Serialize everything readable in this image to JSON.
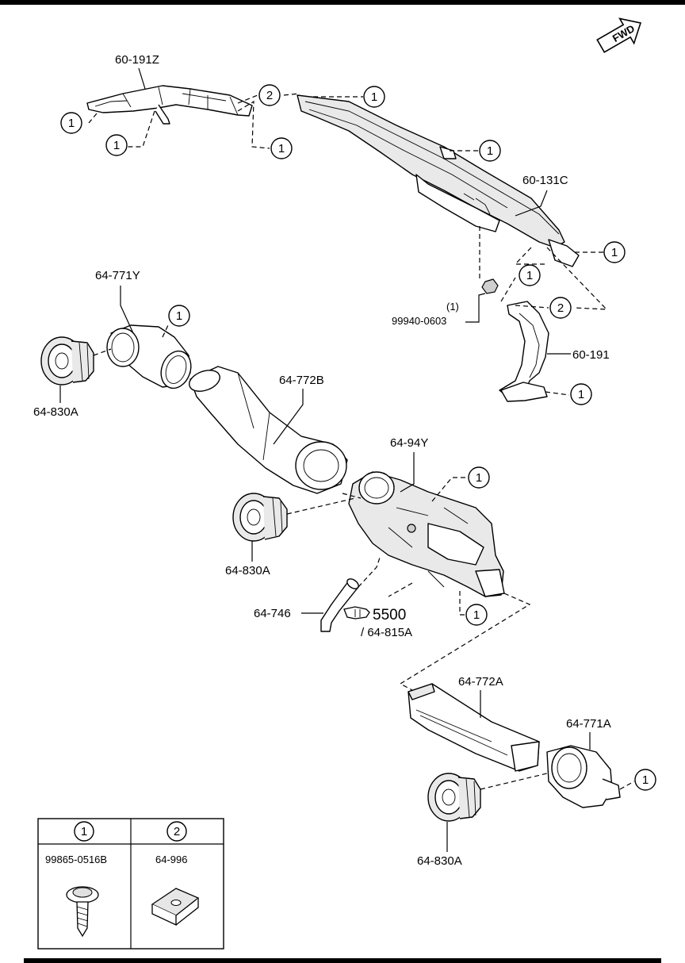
{
  "direction": {
    "fwd_label": "FWD"
  },
  "callouts": {
    "one": "1",
    "two": "2"
  },
  "parts": {
    "p60_191Z": "60-191Z",
    "p60_131C": "60-131C",
    "p99940_qty": "(1)",
    "p99940": "99940-0603",
    "p60_191": "60-191",
    "p64_771Y": "64-771Y",
    "p64_830A": "64-830A",
    "p64_772B": "64-772B",
    "p64_94Y": "64-94Y",
    "p64_746": "64-746",
    "ref_page": "5500",
    "ref_part": "/ 64-815A",
    "p64_772A": "64-772A",
    "p64_771A": "64-771A"
  },
  "legend": {
    "col1_head": "1",
    "col2_head": "2",
    "col1_part": "99865-0516B",
    "col2_part": "64-996"
  },
  "colors": {
    "line": "#000000",
    "background": "#ffffff",
    "shade": "#e9e9e9"
  }
}
